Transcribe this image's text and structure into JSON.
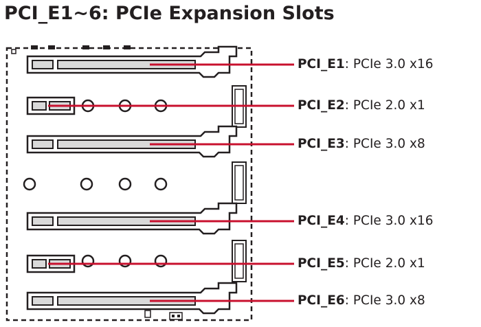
{
  "title": "PCI_E1~6: PCIe Expansion Slots",
  "colors": {
    "leader_line": "#c8102e",
    "outline": "#231f20",
    "slot_fill": "#ffffff",
    "slot_inner": "#d9d9d9"
  },
  "slots": [
    {
      "name": "PCI_E1",
      "separator": ": ",
      "spec": "PCIe 3.0 x16",
      "size": "x16"
    },
    {
      "name": "PCI_E2",
      "separator": ": ",
      "spec": "PCIe 2.0 x1",
      "size": "x1"
    },
    {
      "name": "PCI_E3",
      "separator": ": ",
      "spec": "PCIe 3.0 x8",
      "size": "x16"
    },
    {
      "name": "PCI_E4",
      "separator": ": ",
      "spec": "PCIe 3.0 x16",
      "size": "x16"
    },
    {
      "name": "PCI_E5",
      "separator": ": ",
      "spec": "PCIe 2.0 x1",
      "size": "x1"
    },
    {
      "name": "PCI_E6",
      "separator": ": ",
      "spec": "PCIe 3.0 x8",
      "size": "x16"
    }
  ]
}
